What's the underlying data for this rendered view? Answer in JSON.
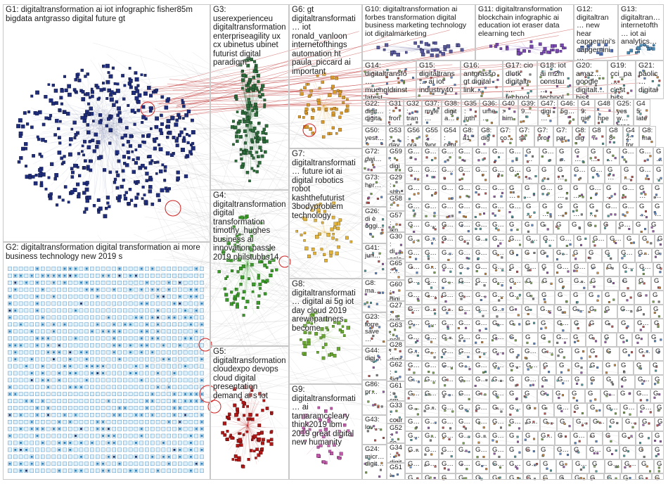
{
  "graph": {
    "groups": [
      {
        "id": "G1",
        "label": "G1: digitaltransformation ai iot infographic fisher85m bigdata antgrasso digital future gt",
        "color": "#1f2d7a"
      },
      {
        "id": "G2",
        "label": "G2: digitaltransformation digital transformation ai more business technology new 2019 s",
        "color": "#2f7fb8"
      },
      {
        "id": "G3",
        "label": "G3: userexperienceu digitaltransformation enterpriseagility ux cx ubinetus ubinet futurist digital paradigm",
        "color": "#2e6b3a"
      },
      {
        "id": "G4",
        "label": "G4: digitaltransformation digital transformation timothy_hughes business ai innovation passle 2019 philstubbs14",
        "color": "#3a9a2a"
      },
      {
        "id": "G5",
        "label": "G5: digitaltransformation cloudexpo devops cloud digital presentation demand ai s iot",
        "color": "#b01818"
      },
      {
        "id": "G6",
        "label": "G6: gt digitaltransformati… iot ronald_vanloon internetofthings automation ht paula_piccard ai important",
        "color": "#d99a2b"
      },
      {
        "id": "G7",
        "label": "G7: digitaltransformati… future iot ai digital robotics robot kashthefuturist 3bodyproblem technology",
        "color": "#e2b33a"
      },
      {
        "id": "G8",
        "label": "G8: digitaltransformati… digital ai 5g iot day cloud 2019 arewepartners become",
        "color": "#6aa832"
      },
      {
        "id": "G9",
        "label": "G9: digitaltransformati… ai tamaramccleary think2019 ibm 2019 great digital new humanity",
        "color": "#c05aa8"
      },
      {
        "id": "G10",
        "label": "G10: digitaltransformation ai forbes transformation digital business marketing technology iot digitalmarketing",
        "color": "#5a5a9a"
      },
      {
        "id": "G11",
        "label": "G11: digitaltransformation blockchain infographic ai education iot eraser data elearning tech",
        "color": "#7a4ab0"
      },
      {
        "id": "G12",
        "label": "G12: digitaltran… new hear capgemini's capgemini…",
        "color": "#4a6ab0"
      },
      {
        "id": "G13",
        "label": "G13: digitaltran… internetofth… iot ai analytics…",
        "color": "#4a8ab0"
      }
    ],
    "small_groups": [
      {
        "id": "G14",
        "label": "G14: digitaltransfo… muengldrinst latest…"
      },
      {
        "id": "G15",
        "label": "G15: digitaltrans… ai iot industry40…"
      },
      {
        "id": "G16",
        "label": "G16: antgrasso gt digital link…"
      },
      {
        "id": "G17",
        "label": "G17: cio dlotk digitaltr… technol…"
      },
      {
        "id": "G18",
        "label": "G18: iot ai m2m constru… technol…"
      },
      {
        "id": "G20",
        "label": "G20: amaz… google digitalt… biss…"
      },
      {
        "id": "G19",
        "label": "G19: cci_pa… c'est biss…"
      },
      {
        "id": "G21",
        "label": "G21: paolic… digital… insurt…"
      },
      {
        "id": "G22",
        "label": "G22: digit… digita… busi…"
      },
      {
        "id": "G31",
        "label": "G31: front…"
      },
      {
        "id": "G32",
        "label": "G32: transf…"
      },
      {
        "id": "G37",
        "label": "G37: myle…"
      },
      {
        "id": "G38",
        "label": "G38: digita…"
      },
      {
        "id": "G35",
        "label": "G35: inthe…"
      },
      {
        "id": "G36",
        "label": "G36: ume…"
      },
      {
        "id": "G40",
        "label": "G40: him…"
      },
      {
        "id": "G39",
        "label": "G39: 9…"
      },
      {
        "id": "G47",
        "label": "G47: digi…"
      },
      {
        "id": "G46",
        "label": "G46: 5g…"
      },
      {
        "id": "G49",
        "label": "G49: nie…"
      },
      {
        "id": "G48",
        "label": "G48: hpe…"
      },
      {
        "id": "G25",
        "label": "G25: yesw… brea…"
      },
      {
        "id": "G45",
        "label": "G45: late… giel…"
      },
      {
        "id": "G50",
        "label": "G50: yest…"
      },
      {
        "id": "G53",
        "label": "G53: day…"
      },
      {
        "id": "G56",
        "label": "G56: ora…"
      },
      {
        "id": "G55",
        "label": "G55: wor…"
      },
      {
        "id": "G54",
        "label": "G54: cent…"
      },
      {
        "id": "G8b",
        "label": "G8: a1…"
      },
      {
        "id": "G8c",
        "label": "G8: dig…"
      },
      {
        "id": "G7b",
        "label": "G7: co…"
      },
      {
        "id": "G7c",
        "label": "G7: sa…"
      },
      {
        "id": "G7d",
        "label": "G7: pro…"
      },
      {
        "id": "G7e",
        "label": "G7: par…"
      },
      {
        "id": "G8d",
        "label": "G8: dig…"
      },
      {
        "id": "G87",
        "label": "G87"
      },
      {
        "id": "G88",
        "label": "G88"
      },
      {
        "id": "G42",
        "label": "G42: forg…"
      },
      {
        "id": "G8e",
        "label": "G8: ma…"
      },
      {
        "id": "G72",
        "label": "G72: dwi…"
      },
      {
        "id": "G73",
        "label": "G73: her…"
      },
      {
        "id": "G26",
        "label": "G26: di è oggi…"
      },
      {
        "id": "G41",
        "label": "G41: jun…"
      },
      {
        "id": "G8f",
        "label": "G8: ma…"
      },
      {
        "id": "G23",
        "label": "G23: forre save…"
      },
      {
        "id": "G44",
        "label": "G44: digi…"
      },
      {
        "id": "G86",
        "label": "G86: pr…"
      },
      {
        "id": "G43",
        "label": "G43: lov…"
      },
      {
        "id": "G24",
        "label": "G24: micr… digit…"
      },
      {
        "id": "G59",
        "label": "G59: digi…"
      },
      {
        "id": "G29",
        "label": "G29: sho… agai…"
      },
      {
        "id": "G58",
        "label": "G58: cua…"
      },
      {
        "id": "G57",
        "label": "G57: ikn…"
      },
      {
        "id": "G30",
        "label": "G30: di… sole…"
      },
      {
        "id": "G65",
        "label": "G65: …"
      },
      {
        "id": "G60",
        "label": "G60: digi…"
      },
      {
        "id": "G27",
        "label": "G27: cultu… hr…"
      },
      {
        "id": "G63",
        "label": "G63: nell…"
      },
      {
        "id": "G28",
        "label": "G28: digit… expl…"
      },
      {
        "id": "G62",
        "label": "G62: sig…"
      },
      {
        "id": "G61",
        "label": "G61: cm…"
      },
      {
        "id": "G33",
        "label": "G33: cour… spon…"
      },
      {
        "id": "G52",
        "label": "G52: co…"
      },
      {
        "id": "G34",
        "label": "G34: digit… ciou…"
      },
      {
        "id": "G51",
        "label": "G51: wor…"
      }
    ],
    "tail_label": "G…"
  }
}
